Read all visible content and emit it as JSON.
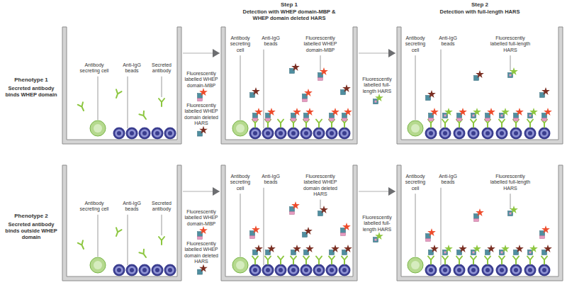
{
  "diagram": {
    "nodes": [
      {
        "text": [
          "Antibody secreting cell",
          "Anti-IgG beads",
          "Secreted antibody"
        ]
      },
      {
        "text": [
          "Antibody secreting cell",
          "Anti-IgG beads",
          "Fluorescently labelled WHEP domain-MBP"
        ]
      },
      {
        "text": [
          "Antibody secreting cell",
          "Anti-IgG beads",
          "Fluorescently labelled full-length HARS"
        ]
      },
      {
        "text": [
          "Antibody secreting cell",
          "Anti-IgG beads",
          "Secreted antibody"
        ]
      },
      {
        "text": [
          "Antibody secreting cell",
          "Anti-IgG beads",
          "Fluorescently labelled WHEP domain deleted HARS"
        ]
      },
      {
        "text": [
          "Antibody secreting cell",
          "Anti-IgG beads",
          "Fluorescently labelled full-length HARS"
        ]
      }
    ],
    "edges": [
      {
        "from": 0,
        "to": 1,
        "arrow": "to"
      },
      {
        "from": 1,
        "to": 2,
        "arrow": "to"
      },
      {
        "from": 3,
        "to": 4,
        "arrow": "to"
      },
      {
        "from": 4,
        "to": 5,
        "arrow": "to"
      }
    ],
    "labels": [
      "Step 1",
      "Detection with WHEP domain-MBP & WHEP domain deleted HARS",
      "Step 2",
      "Detection with full-length HARS",
      "Phenotype 1",
      "Secreted antibody binds WHEP domain",
      "Phenotype 2",
      "Secreted antibody binds outside WHEP domain",
      "Fluorescently labelled WHEP domain-MBP",
      "Fluorescently labelled WHEP domain deleted HARS",
      "Fluorescently labelled full-length HARS",
      "Fluorescently labelled WHEP domain-MBP",
      "Fluorescently labelled WHEP domain deleted HARS",
      "Fluorescently labelled full-length HARS"
    ]
  }
}
